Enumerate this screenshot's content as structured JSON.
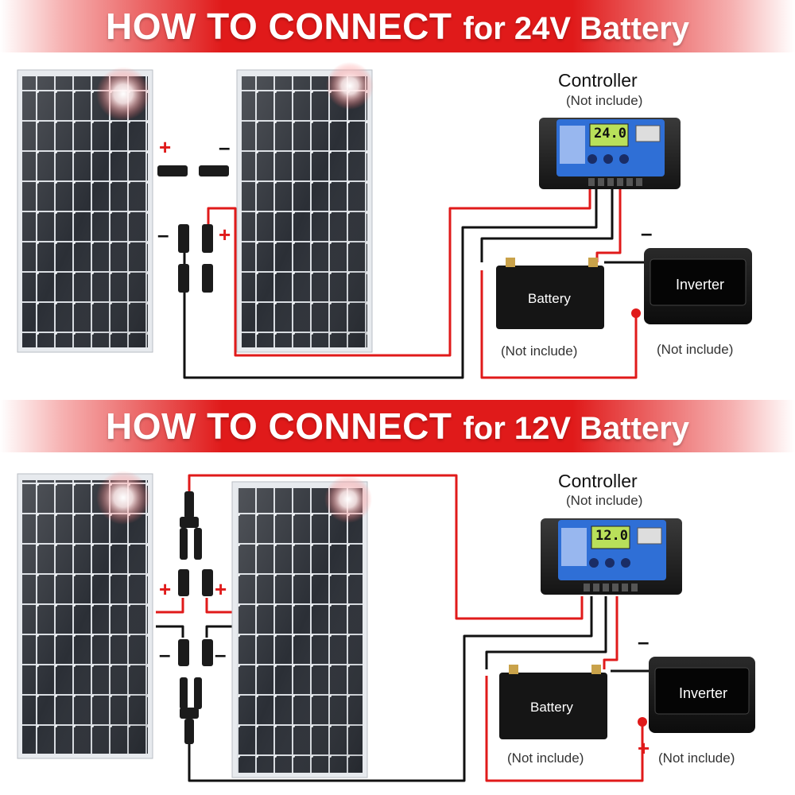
{
  "top": {
    "title_main": "HOW TO CONNECT",
    "title_sub": "for 24V Battery",
    "controller_title": "Controller",
    "controller_note": "(Not include)",
    "controller_display": "24.0",
    "battery_label": "Battery",
    "battery_note": "(Not include)",
    "inverter_label": "Inverter",
    "inverter_note": "(Not include)"
  },
  "bottom": {
    "title_main": "HOW TO CONNECT",
    "title_sub": "for 12V Battery",
    "controller_title": "Controller",
    "controller_note": "(Not include)",
    "controller_display": "12.0",
    "battery_label": "Battery",
    "battery_note": "(Not include)",
    "inverter_label": "Inverter",
    "inverter_note": "(Not include)"
  },
  "signs": {
    "plus": "+",
    "minus": "–"
  },
  "colors": {
    "banner_red": "#e01a1a",
    "wire_red": "#e01a1a",
    "wire_black": "#111111",
    "controller_blue": "#2f6fd6",
    "panel_dark": "#2b2f36"
  }
}
